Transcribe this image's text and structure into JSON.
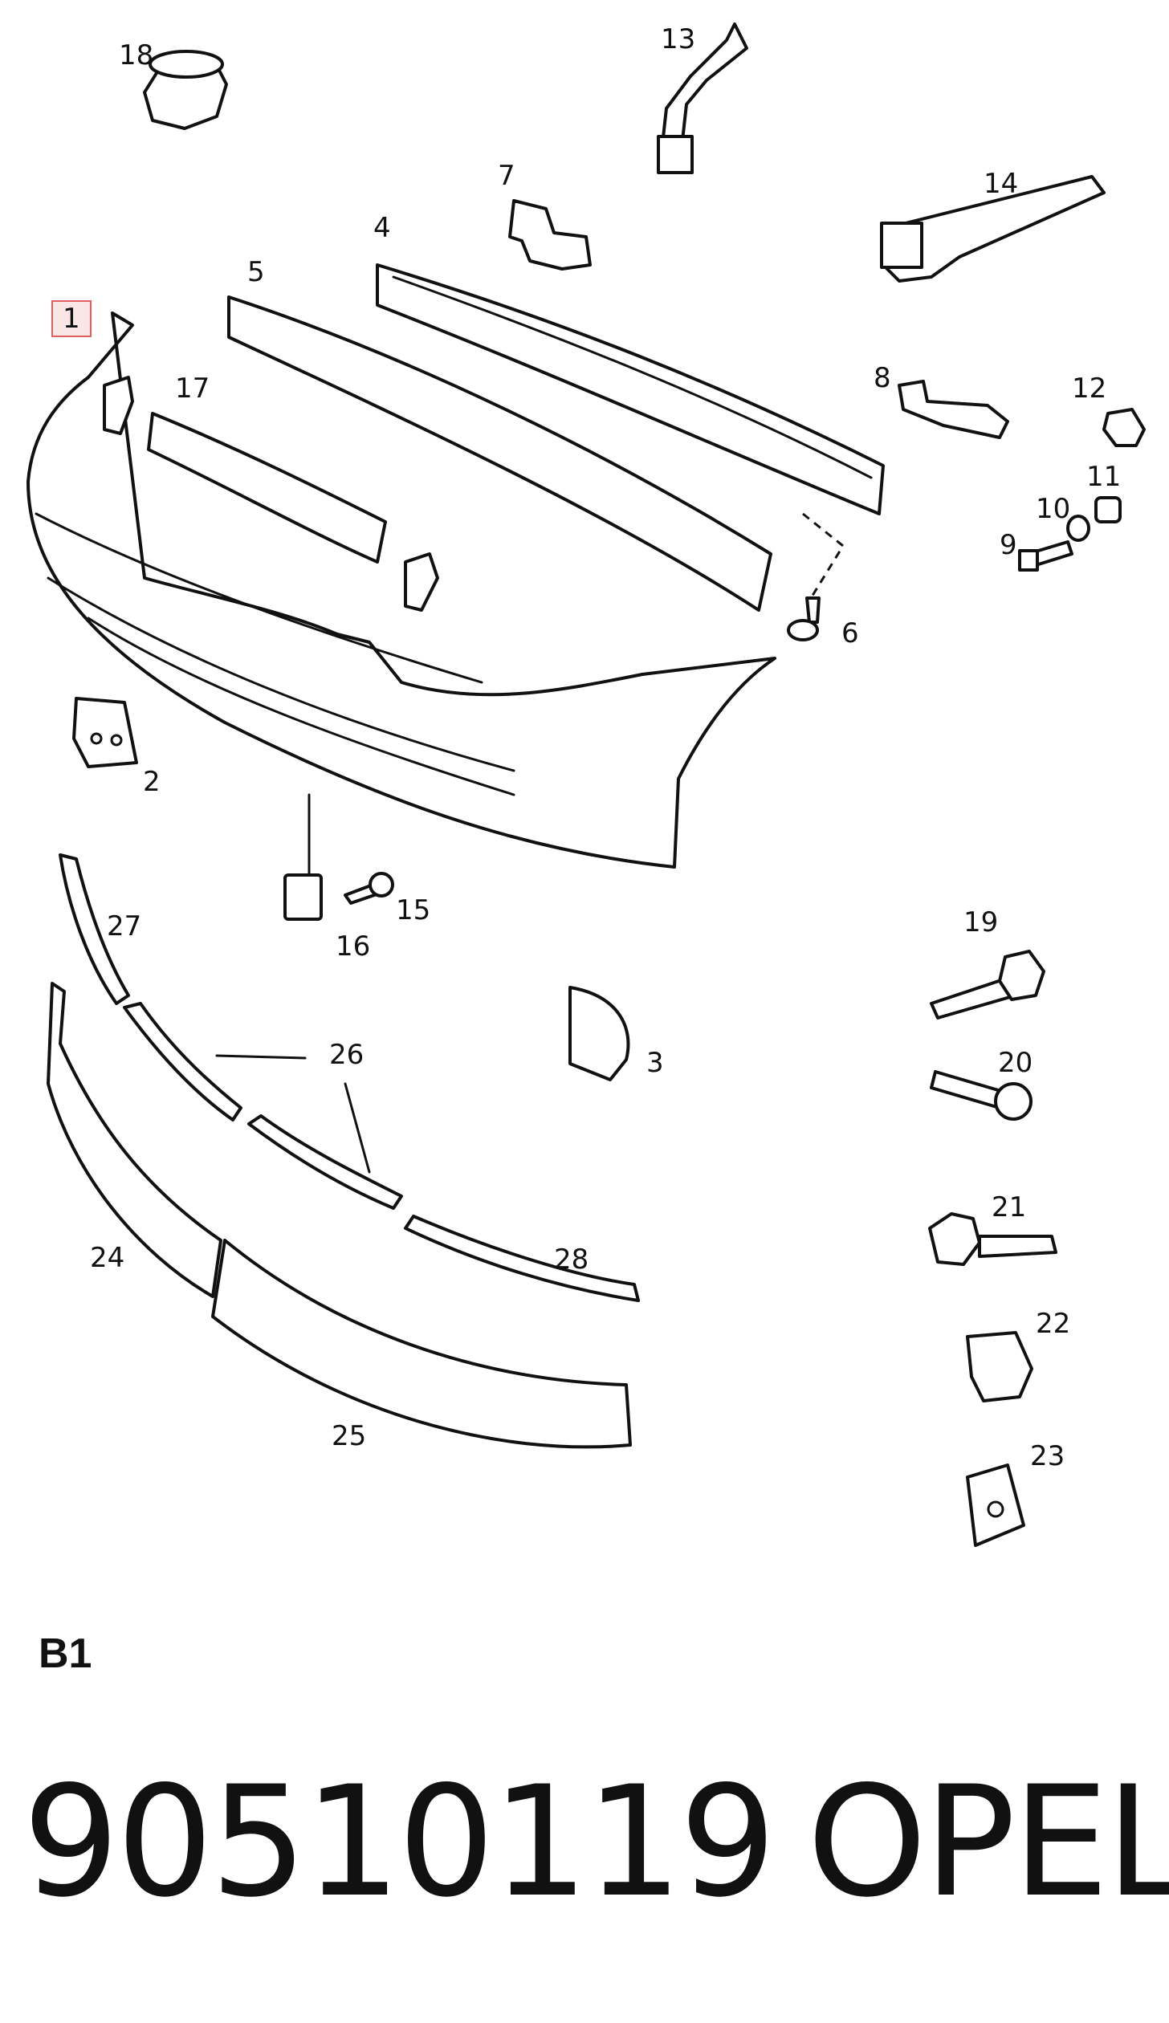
{
  "diagram": {
    "highlighted_callout": "1",
    "highlight_color": "#e06060",
    "callouts": [
      "1",
      "2",
      "3",
      "4",
      "5",
      "6",
      "7",
      "8",
      "9",
      "10",
      "11",
      "12",
      "13",
      "14",
      "15",
      "16",
      "17",
      "18",
      "19",
      "20",
      "21",
      "22",
      "23",
      "24",
      "25",
      "26",
      "27",
      "28"
    ]
  },
  "footer": {
    "section_code": "B1",
    "part_number": "90510119",
    "brand": "OPEL"
  }
}
